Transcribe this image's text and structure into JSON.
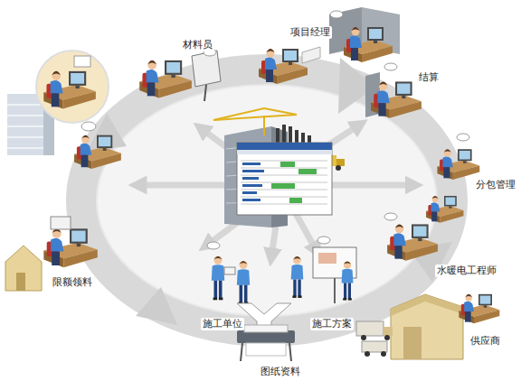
{
  "diagram": {
    "labels": [
      "材料员",
      "项目经理",
      "结算",
      "分包管理",
      "水暖电工程师",
      "供应商",
      "施工方案",
      "施工单位",
      "图纸资料",
      "限额领料"
    ]
  }
}
